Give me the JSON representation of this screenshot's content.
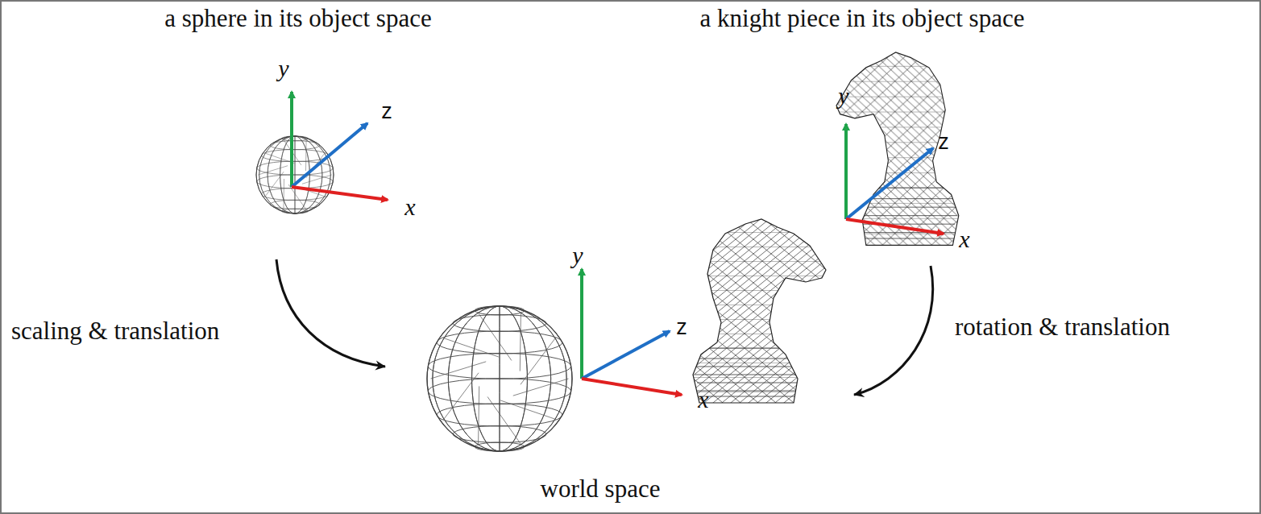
{
  "diagram": {
    "labels": [
      "a sphere in its object space",
      "a knight piece in its object space",
      "y",
      "z",
      "x",
      "y",
      "z",
      "x",
      "scaling & translation",
      "y",
      "z",
      "x",
      "rotation & translation",
      "world space"
    ]
  }
}
